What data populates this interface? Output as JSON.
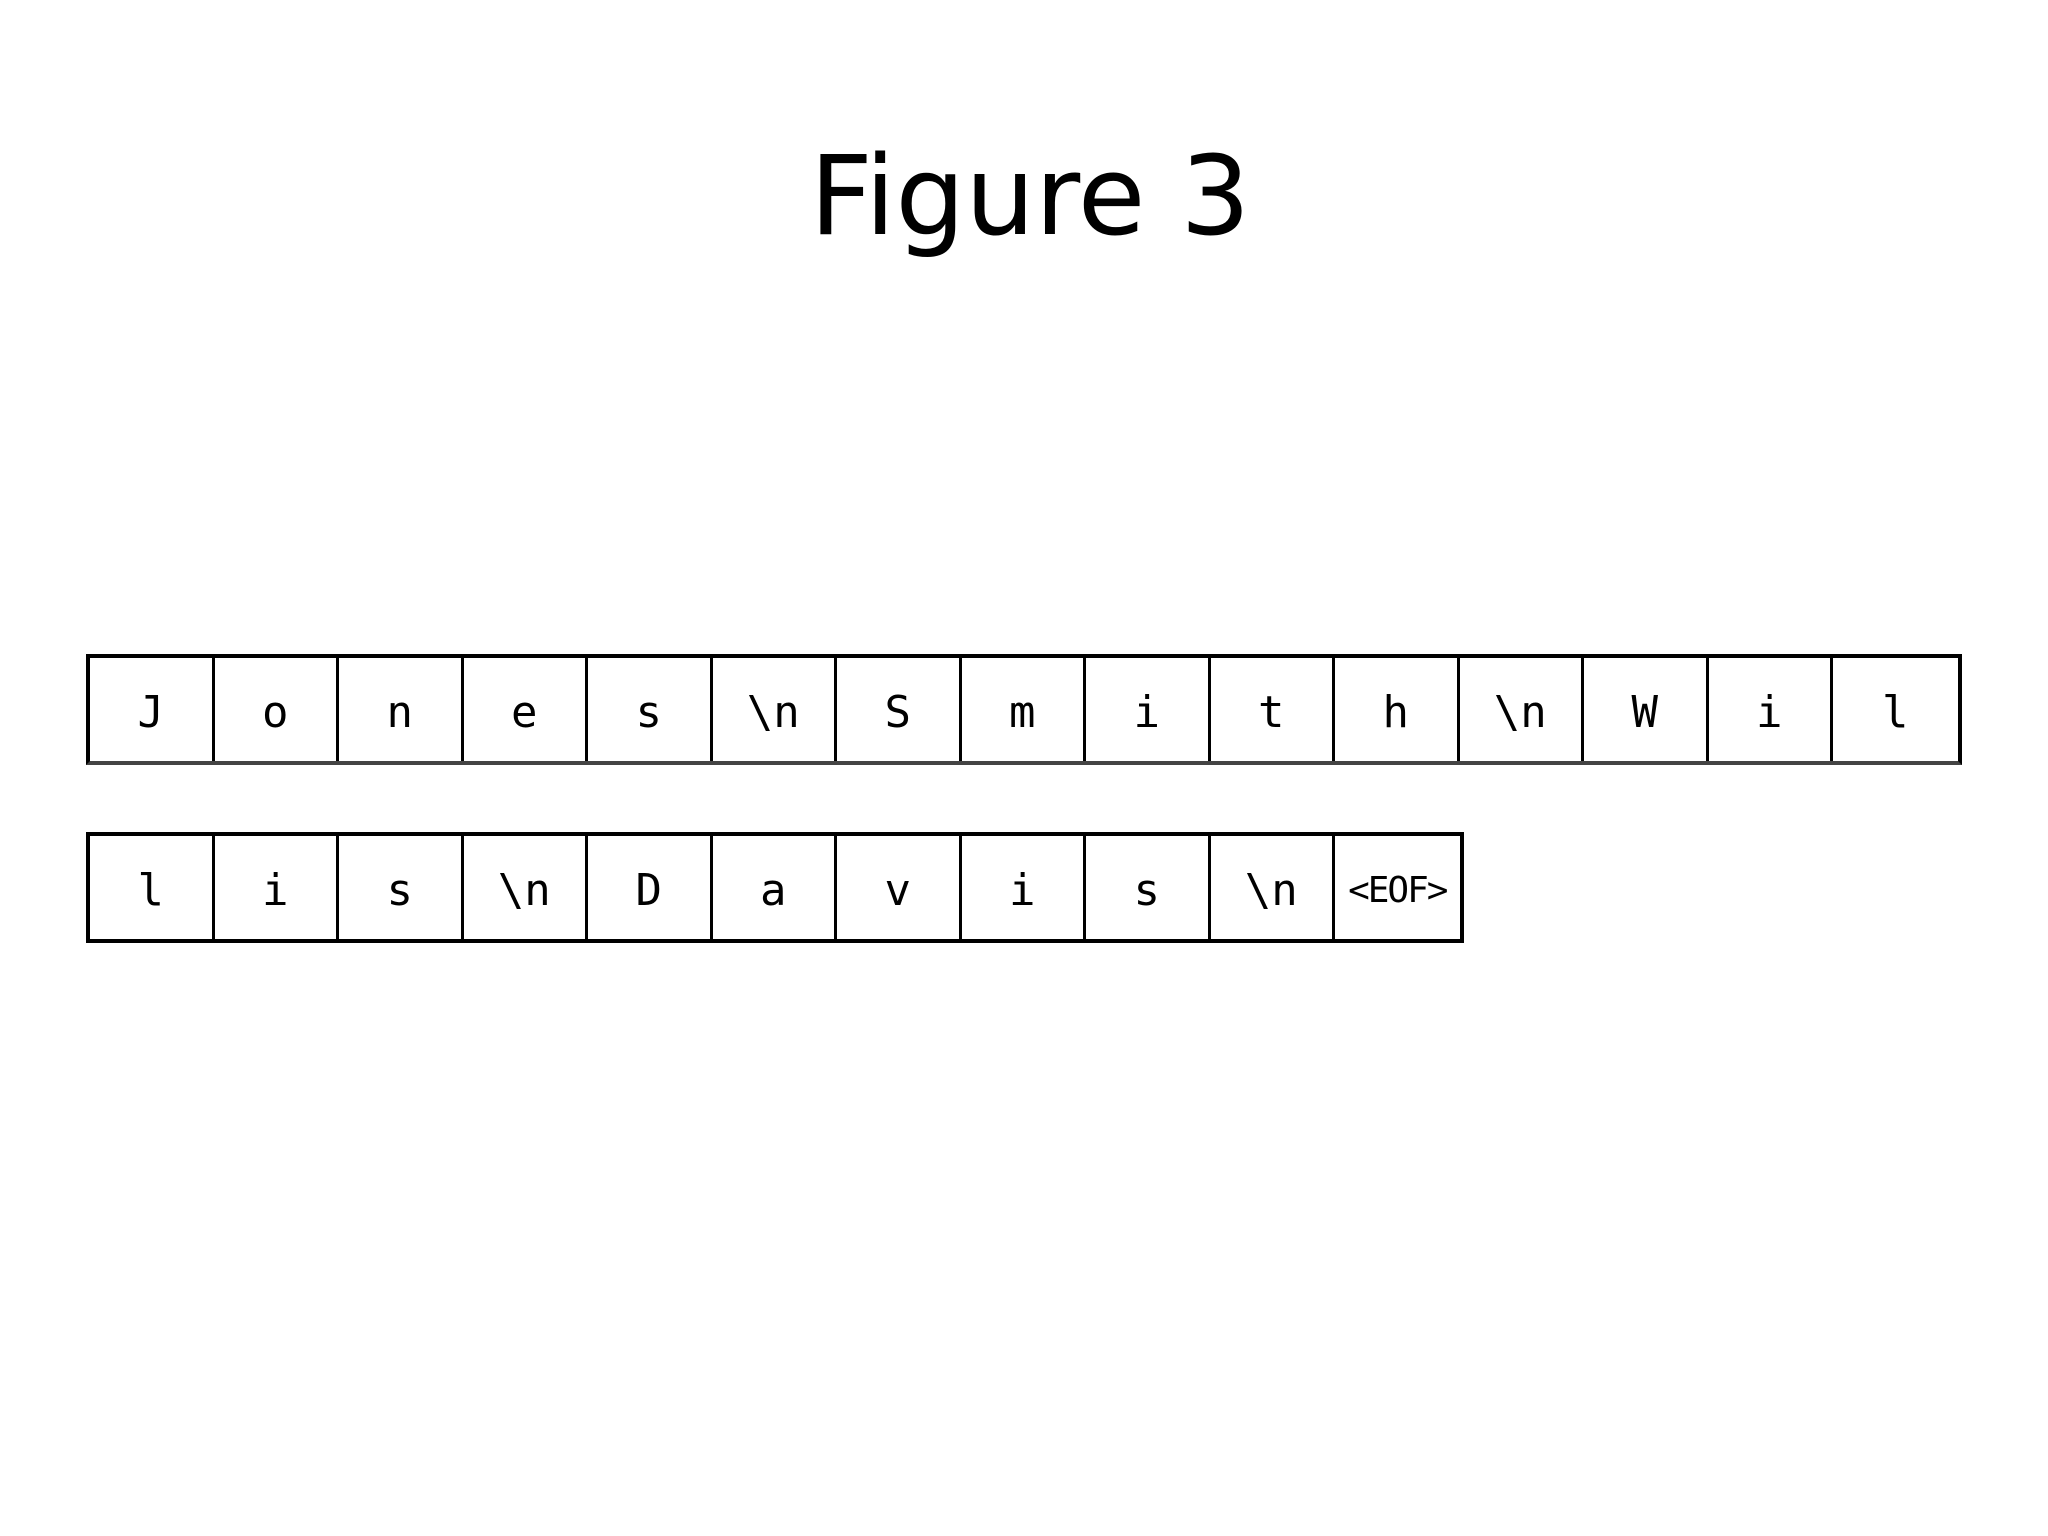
{
  "title": "Figure 3",
  "rows": [
    {
      "cells": [
        "J",
        "o",
        "n",
        "e",
        "s",
        "\\n",
        "S",
        "m",
        "i",
        "t",
        "h",
        "\\n",
        "W",
        "i",
        "l"
      ]
    },
    {
      "cells": [
        "l",
        "i",
        "s",
        "\\n",
        "D",
        "a",
        "v",
        "i",
        "s",
        "\\n",
        "<EOF>"
      ]
    }
  ]
}
